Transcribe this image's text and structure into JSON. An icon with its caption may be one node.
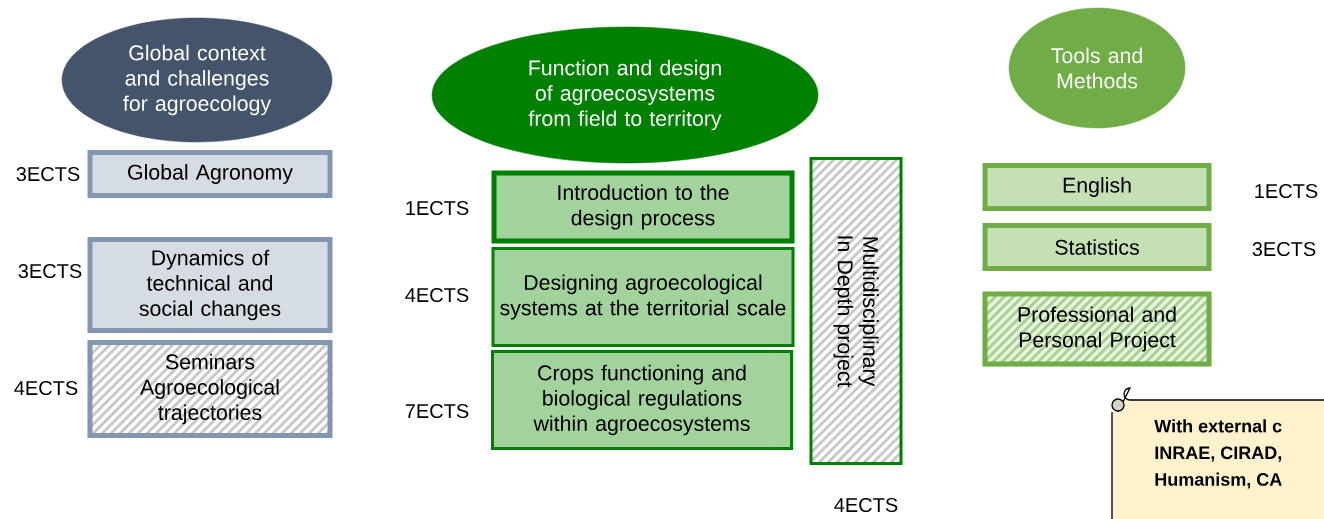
{
  "diagram": {
    "nodes": [
      {
        "text": [
          "Global context and challenges for agroecology"
        ]
      },
      {
        "text": [
          "Global Agronomy"
        ],
        "beside": [
          "3ECTS"
        ]
      },
      {
        "text": [
          "Dynamics of technical and social changes"
        ],
        "beside": [
          "3ECTS"
        ]
      },
      {
        "text": [
          "Seminars Agroecological trajectories"
        ],
        "beside": [
          "4ECTS"
        ]
      },
      {
        "text": [
          "Function and design of agroecosystems from field to territory"
        ]
      },
      {
        "text": [
          "Introduction to the design process"
        ],
        "beside": [
          "1ECTS"
        ]
      },
      {
        "text": [
          "Designing agroecological systems at the territorial scale"
        ],
        "beside": [
          "4ECTS"
        ]
      },
      {
        "text": [
          "Crops functioning and biological regulations within agroecosystems"
        ],
        "beside": [
          "7ECTS"
        ]
      },
      {
        "text": [
          "Multidisciplinary In Depth project"
        ],
        "beside": [
          "4ECTS"
        ]
      },
      {
        "text": [
          "Tools and Methods"
        ]
      },
      {
        "text": [
          "English"
        ],
        "beside": [
          "1ECTS"
        ]
      },
      {
        "text": [
          "Statistics"
        ],
        "beside": [
          "3ECTS"
        ]
      },
      {
        "text": [
          "Professional and Personal Project"
        ]
      },
      {
        "text": [
          "With external c",
          "INRAE, CIRAD,",
          "Humanism, CA"
        ]
      }
    ],
    "edges": []
  }
}
